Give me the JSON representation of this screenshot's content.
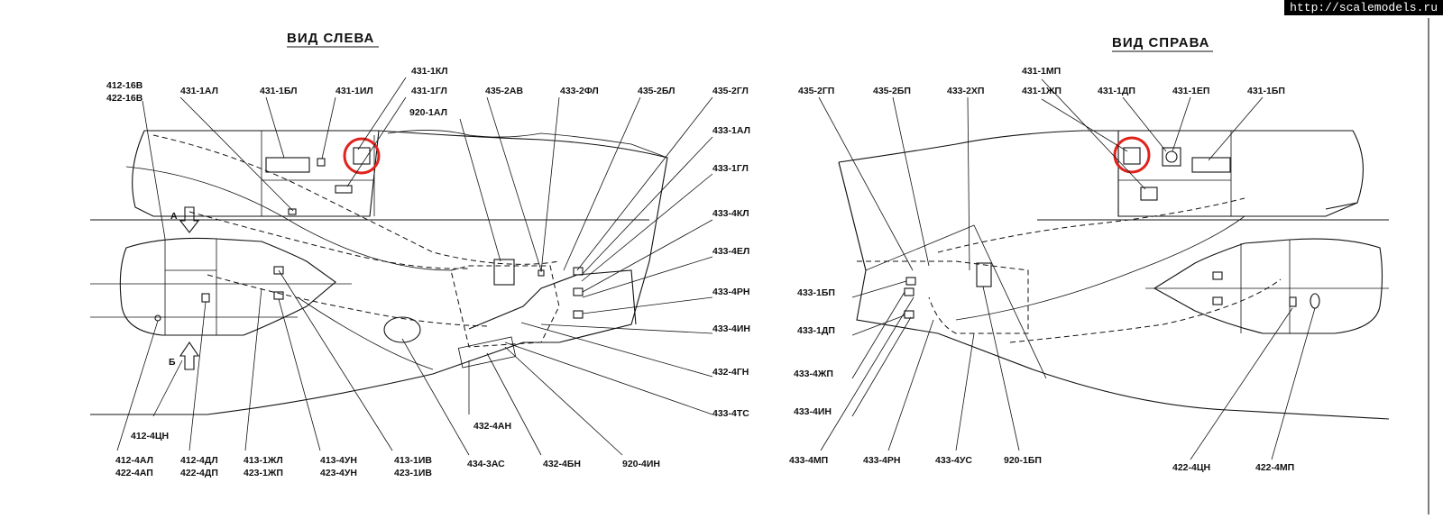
{
  "watermark": "http://scalemodels.ru",
  "left_view": {
    "title": "ВИД СЛЕВА",
    "markers": {
      "a": "А",
      "b": "Б"
    },
    "labels": {
      "l412_16v": "412-16В",
      "l422_16v": "422-16В",
      "l431_1al": "431-1АЛ",
      "l431_1bl": "431-1БЛ",
      "l431_1il": "431-1ИЛ",
      "l431_1kl": "431-1КЛ",
      "l431_1gl": "431-1ГЛ",
      "l920_1al": "920-1АЛ",
      "l435_2av": "435-2АВ",
      "l433_2fl": "433-2ФЛ",
      "l435_2bl": "435-2БЛ",
      "l435_2gl": "435-2ГЛ",
      "l433_1al": "433-1АЛ",
      "l433_1gl": "433-1ГЛ",
      "l433_4kl": "433-4КЛ",
      "l433_4el": "433-4ЕЛ",
      "l433_4rn": "433-4РН",
      "l433_4in": "433-4ИН",
      "l432_4gn": "432-4ГН",
      "l433_4ts": "433-4ТС",
      "l412_4tsn": "412-4ЦН",
      "l412_4al": "412-4АЛ",
      "l422_4ap": "422-4АП",
      "l412_4dl": "412-4ДЛ",
      "l422_4dp": "422-4ДП",
      "l413_1zhl": "413-1ЖЛ",
      "l423_1zhp": "423-1ЖП",
      "l413_4un": "413-4УН",
      "l423_4un": "423-4УН",
      "l413_1iv": "413-1ИВ",
      "l423_1iv": "423-1ИВ",
      "l434_3as": "434-3АС",
      "l432_4bn": "432-4БН",
      "l920_4in": "920-4ИН",
      "l432_4an": "432-4АН"
    }
  },
  "right_view": {
    "title": "ВИД СПРАВА",
    "labels": {
      "r435_2gp": "435-2ГП",
      "r435_2bp": "435-2БП",
      "r433_2khp": "433-2ХП",
      "r431_1mp": "431-1МП",
      "r431_1zhp": "431-1ЖП",
      "r431_1dp": "431-1ДП",
      "r431_1ep": "431-1ЕП",
      "r431_1bp": "431-1БП",
      "r433_1bp": "433-1БП",
      "r433_1dp": "433-1ДП",
      "r433_4zhp": "433-4ЖП",
      "r433_4in": "433-4ИН",
      "r433_4mp": "433-4МП",
      "r433_4rn": "433-4РН",
      "r433_4us": "433-4УС",
      "r920_1bp": "920-1БП",
      "r422_4tsn": "422-4ЦН",
      "r422_4mp": "422-4МП"
    }
  },
  "highlight_color": "#e0231c"
}
